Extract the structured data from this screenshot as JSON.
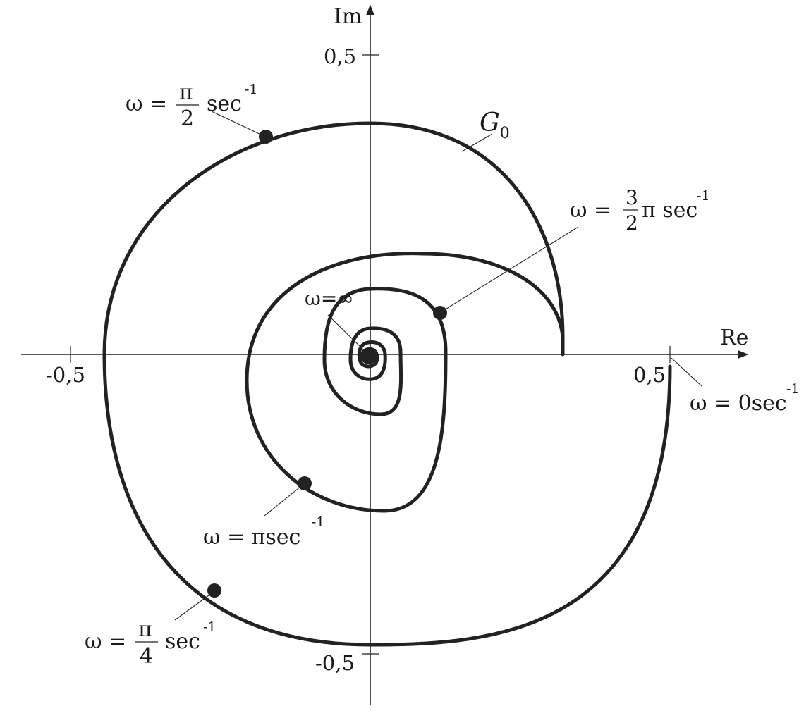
{
  "axes": {
    "x_label": "Re",
    "y_label": "Im",
    "x_ticks": [
      {
        "value": -0.5,
        "label": "-0,5"
      },
      {
        "value": 0.5,
        "label": "0,5"
      }
    ],
    "y_ticks": [
      {
        "value": 0.5,
        "label": "0,5"
      },
      {
        "value": -0.5,
        "label": "-0,5"
      }
    ]
  },
  "curve": {
    "name": "G",
    "name_subscript": "0"
  },
  "frequency_points": [
    {
      "id": "w0",
      "symbol": "ω = 0sec",
      "exponent": "-1",
      "re": 0.5,
      "im": 0.0
    },
    {
      "id": "w-pi4",
      "prefix": "ω =",
      "numerator": "π",
      "denominator": "4",
      "unit": "sec",
      "exponent": "-1",
      "re": -0.26,
      "im": -0.39
    },
    {
      "id": "w-pi2",
      "prefix": "ω =",
      "numerator": "π",
      "denominator": "2",
      "unit": "sec",
      "exponent": "-1",
      "re": -0.17,
      "im": 0.36
    },
    {
      "id": "w-pi",
      "symbol": "ω = πsec",
      "exponent": "-1",
      "re": -0.11,
      "im": -0.215
    },
    {
      "id": "w-3pi2",
      "prefix": "ω =",
      "numerator": "3",
      "denominator": "2",
      "after_fraction": "π sec",
      "exponent": "-1",
      "re": 0.115,
      "im": 0.07
    },
    {
      "id": "w-inf",
      "symbol": "ω=∞",
      "re": 0.0,
      "im": 0.0
    }
  ],
  "colors": {
    "ink": "#222222",
    "background": "#ffffff"
  }
}
